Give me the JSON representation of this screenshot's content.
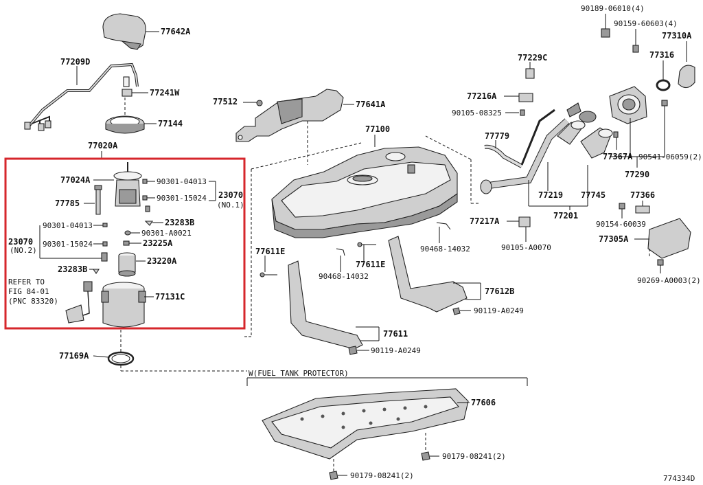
{
  "labels": {
    "p77642A": "77642A",
    "p77209D": "77209D",
    "p77241W": "77241W",
    "p77144": "77144",
    "p77020A": "77020A",
    "p77024A": "77024A",
    "p90301_04013_a": "90301-04013",
    "p23070_a": "23070",
    "p23070_a_no": "(NO.1)",
    "p90301_15024_a": "90301-15024",
    "p77785": "77785",
    "p23283B_a": "23283B",
    "p90301_04013_b": "90301-04013",
    "p90301_A0021": "90301-A0021",
    "p23070_b": "23070",
    "p23070_b_no": "(NO.2)",
    "p90301_15024_b": "90301-15024",
    "p23225A": "23225A",
    "p23220A": "23220A",
    "p23283B_b": "23283B",
    "refer1": "REFER TO",
    "refer2": "FIG 84-01",
    "refer3": "(PNC 83320)",
    "p77131C": "77131C",
    "p77169A": "77169A",
    "p77512": "77512",
    "p77641A": "77641A",
    "p77100": "77100",
    "p77611E_a": "77611E",
    "p77611E_b": "77611E",
    "p90468_14032_a": "90468-14032",
    "p90468_14032_b": "90468-14032",
    "p77612B": "77612B",
    "p90119_A0249_a": "90119-A0249",
    "p77611": "77611",
    "p90119_A0249_b": "90119-A0249",
    "p77229C": "77229C",
    "p77216A": "77216A",
    "p90105_08325": "90105-08325",
    "p77779": "77779",
    "p77219": "77219",
    "p77745": "77745",
    "p77201": "77201",
    "p77217A": "77217A",
    "p90105_A0070": "90105-A0070",
    "p90189_06010": "90189-06010(4)",
    "p90159_60603": "90159-60603(4)",
    "p77310A": "77310A",
    "p77316": "77316",
    "p77367A": "77367A",
    "p90541_06059": "90541-06059(2)",
    "p77290": "77290",
    "p77366": "77366",
    "p90154_60039": "90154-60039",
    "p77305A": "77305A",
    "p90269_A0003": "90269-A0003(2)",
    "protector_title": "W(FUEL TANK PROTECTOR)",
    "p77606": "77606",
    "p90179_08241_a": "90179-08241(2)",
    "p90179_08241_b": "90179-08241(2)",
    "fig_code": "774334D"
  },
  "colors": {
    "highlight_box": "#d6262b",
    "line": "#111111",
    "part_fill": "#cfcfcf"
  }
}
